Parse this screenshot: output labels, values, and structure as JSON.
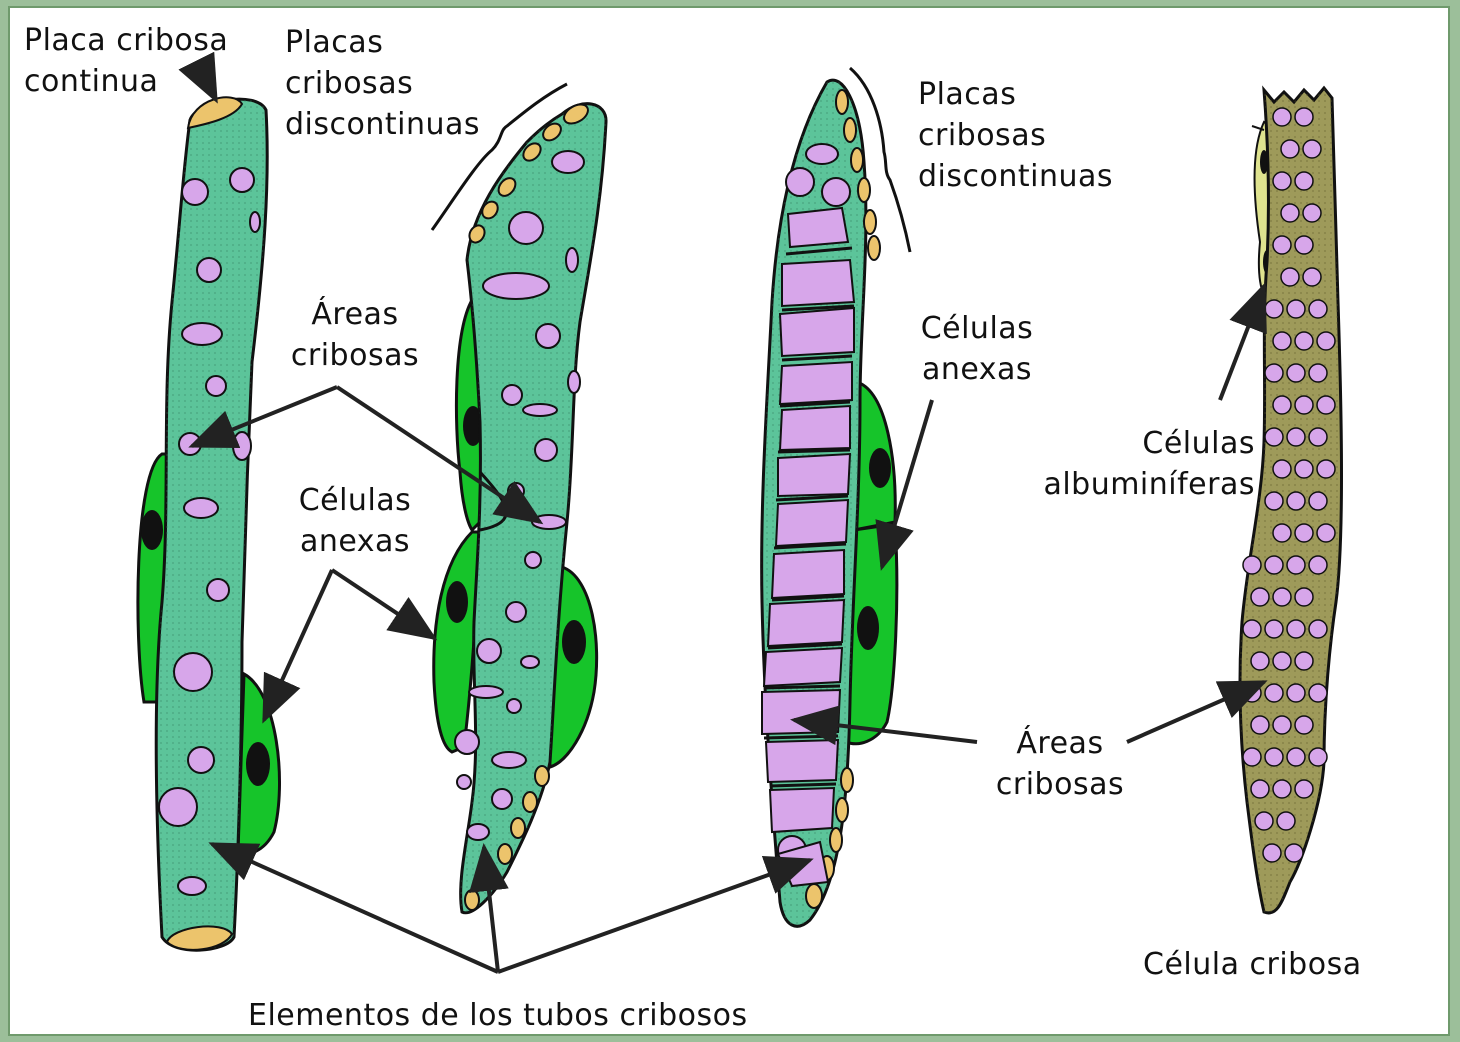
{
  "labels": {
    "placa_continua": "Placa cribosa\ncontinua",
    "placas_discontinuas_1": "Placas\ncribosas\ndiscontinuas",
    "placas_discontinuas_2": "Placas\ncribosas\ndiscontinuas",
    "areas_cribosas_1": "Áreas\ncribosas",
    "celulas_anexas_1": "Células\nanexas",
    "celulas_anexas_2": "Células\nanexas",
    "celulas_albuminiferas": "Células\nalbuminíferas",
    "areas_cribosas_2": "Áreas\ncribosas",
    "celula_cribosa": "Célula cribosa",
    "elementos_tubos": "Elementos de los tubos cribosos"
  },
  "colors": {
    "background": "#9cbf9a",
    "panel": "#ffffff",
    "sieve_tube": "#5cc49a",
    "sieve_area": "#d7a6ea",
    "sieve_plate": "#ecc46c",
    "companion_cell": "#16c42a",
    "sieve_cell": "#9e9a5a",
    "albuminous_cell": "#dfe38f",
    "outline": "#111111"
  }
}
